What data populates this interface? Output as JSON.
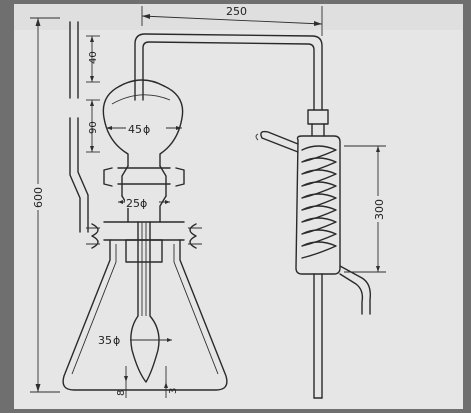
{
  "figure": {
    "colors": {
      "paper": "#e7e7e7",
      "ink": "#2a2a2a",
      "border": "#6f6f6f"
    },
    "dimensions": {
      "top_tube_length": "250",
      "total_height": "600",
      "upper_segment": "40",
      "bulb_segment": "90",
      "bulb_diameter": "45",
      "neck_diameter": "25",
      "lower_bulb_diameter": "35",
      "condenser_height": "300",
      "bottom_gap_left": "8",
      "bottom_gap_right": "3"
    },
    "diameter_symbol": "ϕ"
  }
}
